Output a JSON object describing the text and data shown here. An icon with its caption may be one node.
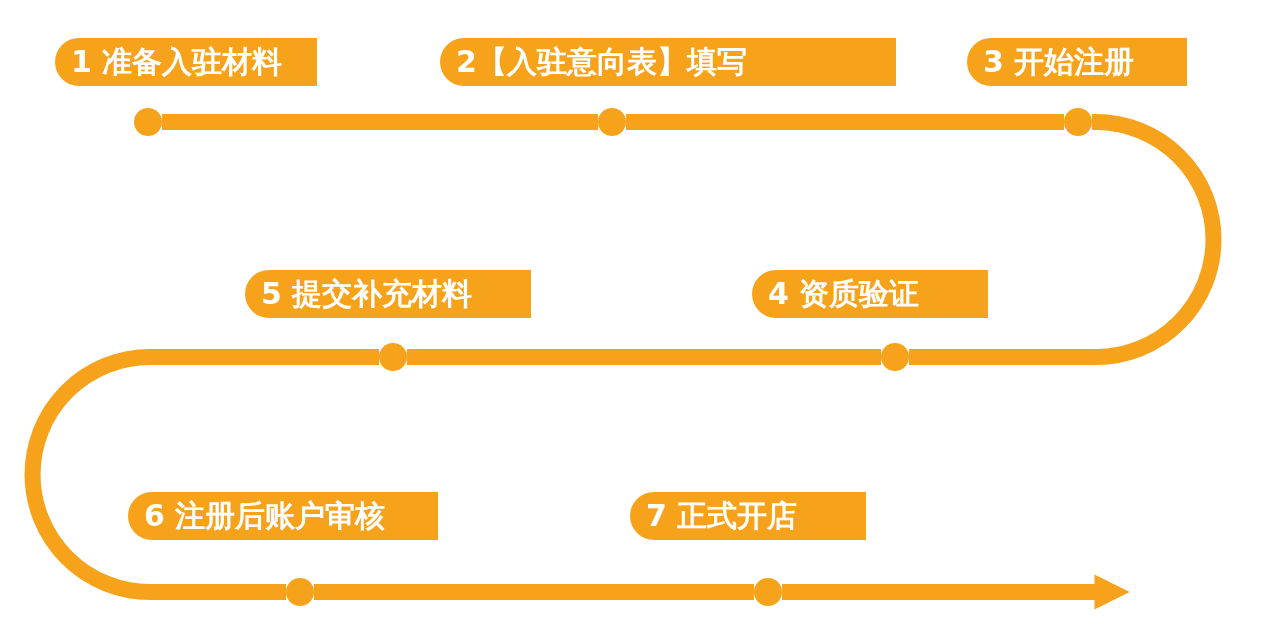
{
  "diagram": {
    "nodes": [
      {
        "text": [
          "1 准备入驻材料"
        ]
      },
      {
        "text": [
          "2【入驻意向表】填写"
        ]
      },
      {
        "text": [
          "3 开始注册"
        ]
      },
      {
        "text": [
          "4 资质验证"
        ]
      },
      {
        "text": [
          "5 提交补充材料"
        ]
      },
      {
        "text": [
          "6 注册后账户审核"
        ]
      },
      {
        "text": [
          "7 正式开店"
        ]
      }
    ],
    "edges": [
      {
        "from": 0,
        "to": 1,
        "arrow": "none"
      },
      {
        "from": 1,
        "to": 2,
        "arrow": "none"
      },
      {
        "from": 2,
        "to": 3,
        "arrow": "none"
      },
      {
        "from": 3,
        "to": 4,
        "arrow": "none"
      },
      {
        "from": 4,
        "to": 5,
        "arrow": "none"
      },
      {
        "from": 5,
        "to": 6,
        "arrow": "none"
      },
      {
        "from": 6,
        "to": null,
        "arrow": "to"
      }
    ]
  }
}
